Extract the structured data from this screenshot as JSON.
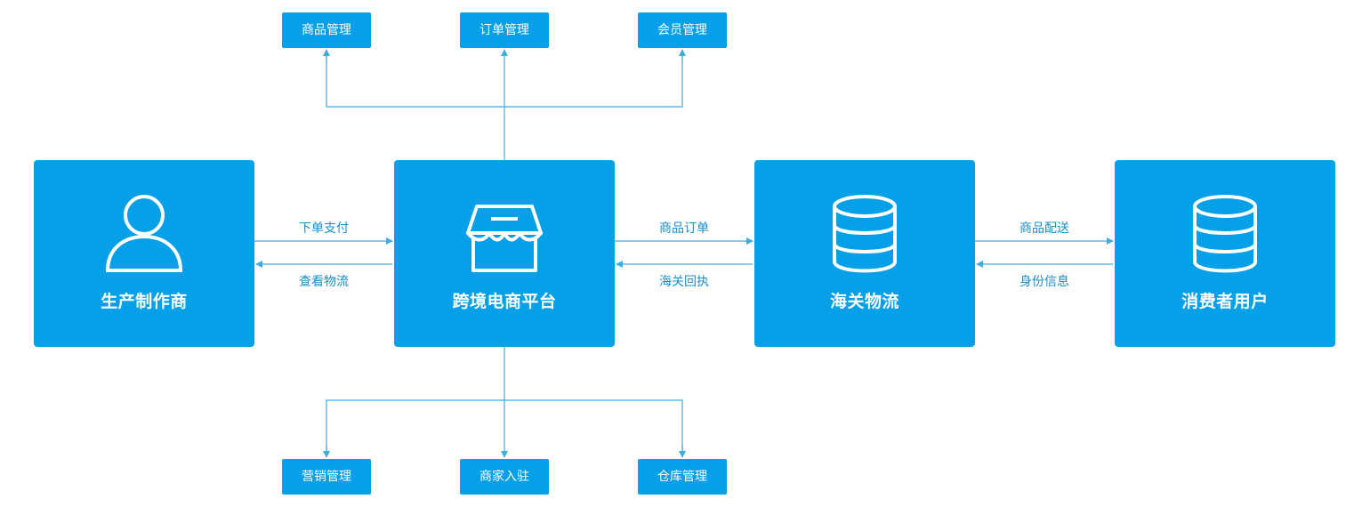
{
  "colors": {
    "node_fill": "#05a0e8",
    "connector": "#3aaee3",
    "edge_label": "#1a8fc9"
  },
  "nodes": {
    "manufacturer": {
      "label": "生产制作商",
      "icon": "user-icon"
    },
    "platform": {
      "label": "跨境电商平台",
      "icon": "storefront-icon"
    },
    "customs": {
      "label": "海关物流",
      "icon": "database-icon"
    },
    "consumer": {
      "label": "消费者用户",
      "icon": "database-icon"
    }
  },
  "top_modules": [
    {
      "label": "商品管理"
    },
    {
      "label": "订单管理"
    },
    {
      "label": "会员管理"
    }
  ],
  "bottom_modules": [
    {
      "label": "营销管理"
    },
    {
      "label": "商家入驻"
    },
    {
      "label": "仓库管理"
    }
  ],
  "edges": {
    "manufacturer_to_platform": "下单支付",
    "platform_to_manufacturer": "查看物流",
    "platform_to_customs": "商品订单",
    "customs_to_platform": "海关回执",
    "customs_to_consumer": "商品配送",
    "consumer_to_customs": "身份信息"
  }
}
